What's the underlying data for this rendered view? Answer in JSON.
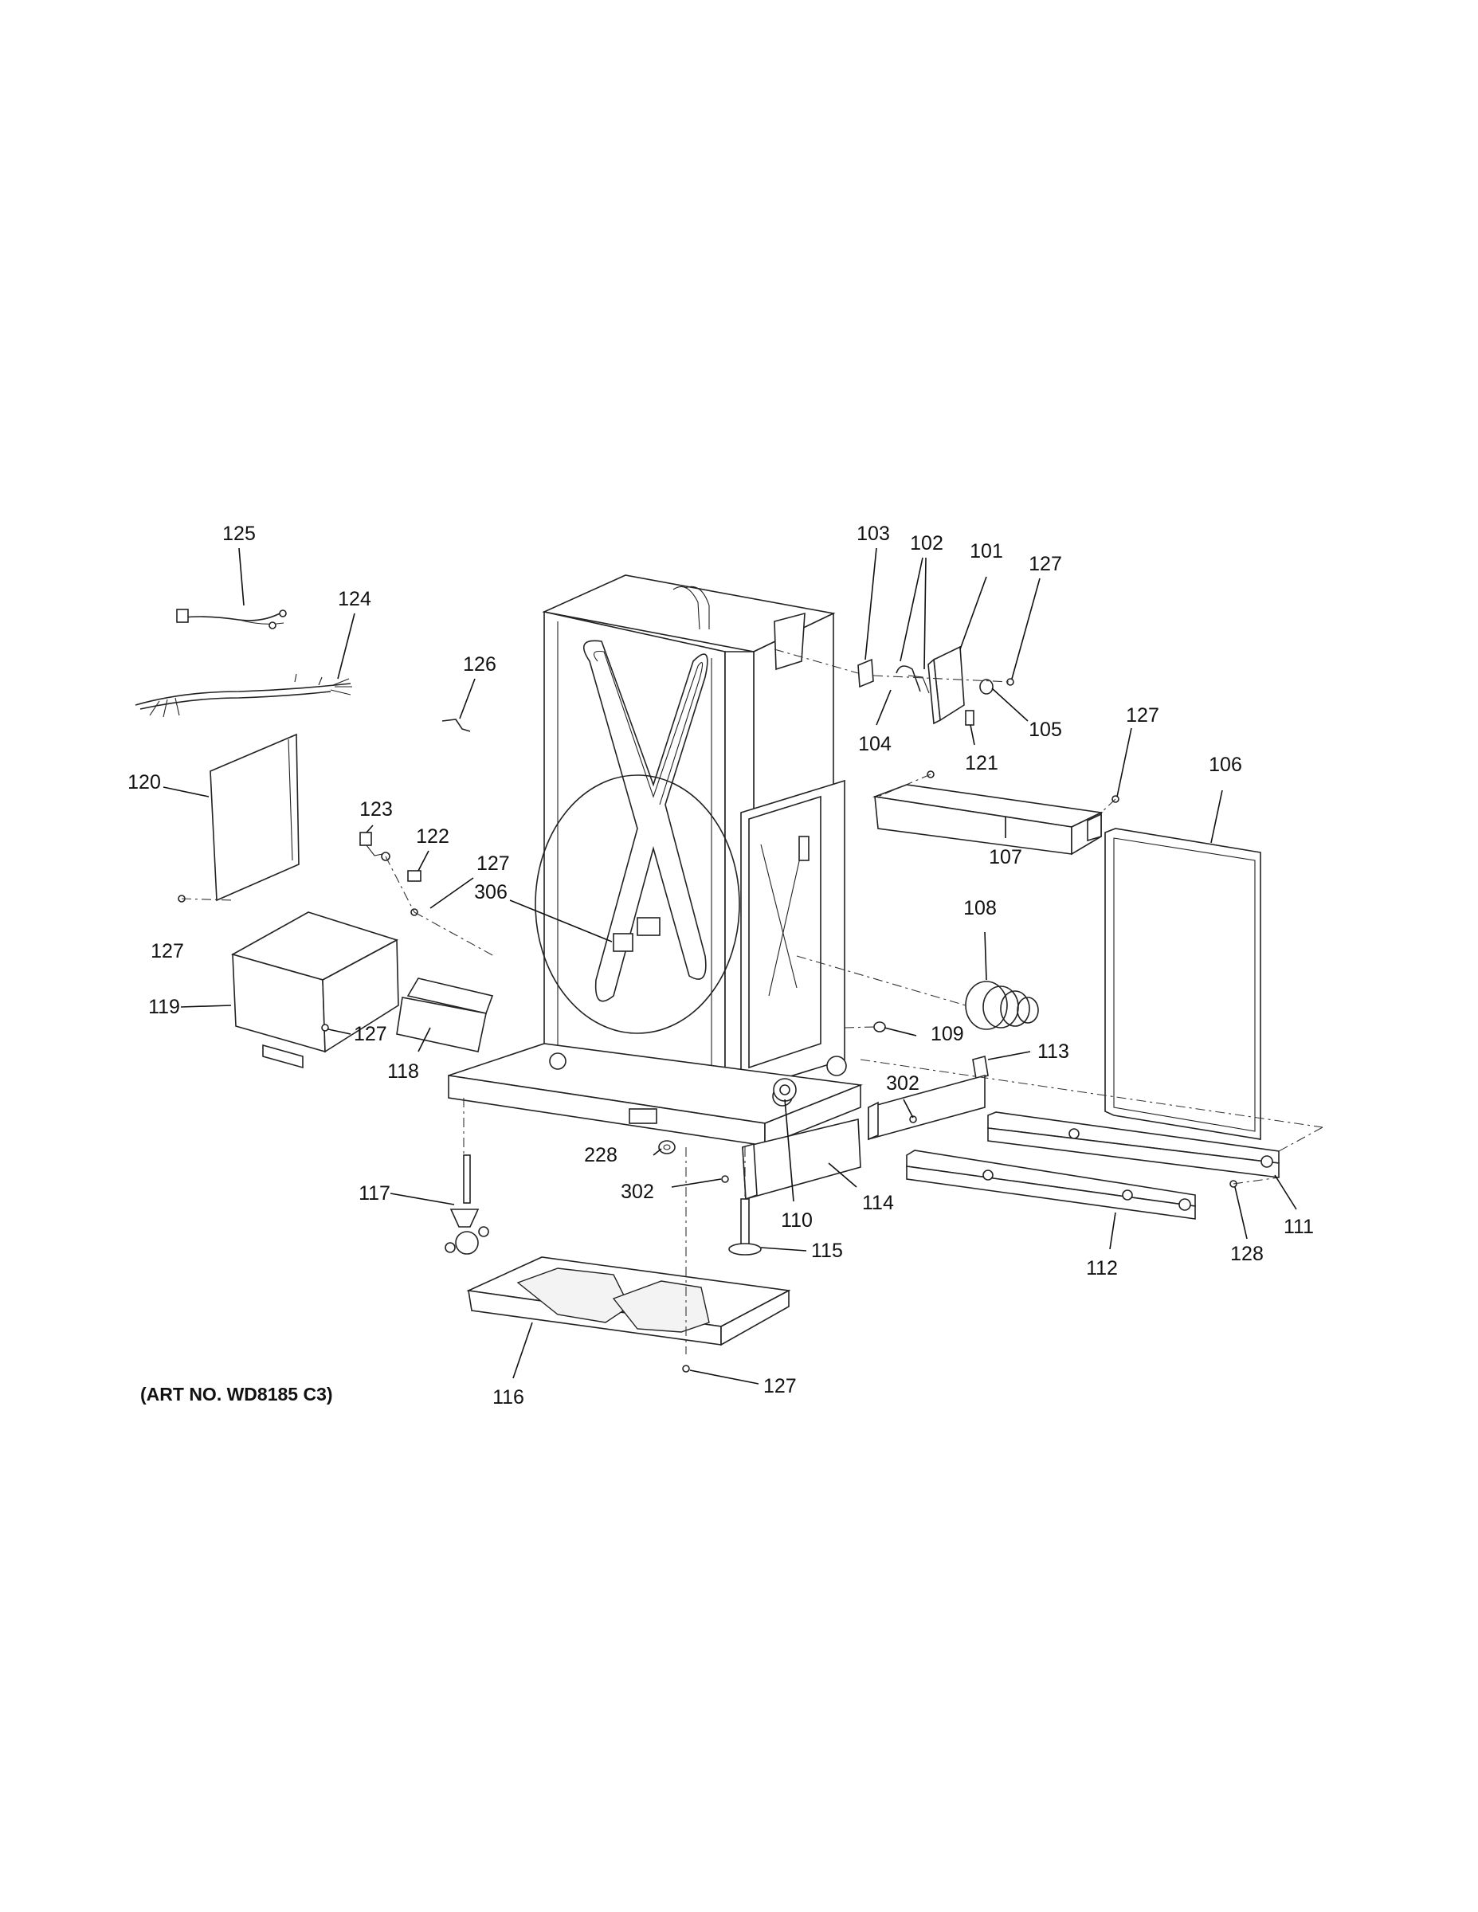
{
  "diagram": {
    "art_number": "(ART NO. WD8185 C3)",
    "callouts": [
      {
        "id": "c101",
        "label": "101"
      },
      {
        "id": "c102",
        "label": "102"
      },
      {
        "id": "c103",
        "label": "103"
      },
      {
        "id": "c104",
        "label": "104"
      },
      {
        "id": "c105",
        "label": "105"
      },
      {
        "id": "c106",
        "label": "106"
      },
      {
        "id": "c107",
        "label": "107"
      },
      {
        "id": "c108",
        "label": "108"
      },
      {
        "id": "c109",
        "label": "109"
      },
      {
        "id": "c110",
        "label": "110"
      },
      {
        "id": "c111",
        "label": "111"
      },
      {
        "id": "c112",
        "label": "112"
      },
      {
        "id": "c113",
        "label": "113"
      },
      {
        "id": "c114",
        "label": "114"
      },
      {
        "id": "c115",
        "label": "115"
      },
      {
        "id": "c116",
        "label": "116"
      },
      {
        "id": "c117",
        "label": "117"
      },
      {
        "id": "c118",
        "label": "118"
      },
      {
        "id": "c119",
        "label": "119"
      },
      {
        "id": "c120",
        "label": "120"
      },
      {
        "id": "c121",
        "label": "121"
      },
      {
        "id": "c122",
        "label": "122"
      },
      {
        "id": "c123",
        "label": "123"
      },
      {
        "id": "c124",
        "label": "124"
      },
      {
        "id": "c125",
        "label": "125"
      },
      {
        "id": "c126",
        "label": "126"
      },
      {
        "id": "c127a",
        "label": "127"
      },
      {
        "id": "c127b",
        "label": "127"
      },
      {
        "id": "c127c",
        "label": "127"
      },
      {
        "id": "c127d",
        "label": "127"
      },
      {
        "id": "c127e",
        "label": "127"
      },
      {
        "id": "c127f",
        "label": "127"
      },
      {
        "id": "c128",
        "label": "128"
      },
      {
        "id": "c228",
        "label": "228"
      },
      {
        "id": "c302a",
        "label": "302"
      },
      {
        "id": "c302b",
        "label": "302"
      },
      {
        "id": "c306",
        "label": "306"
      }
    ]
  }
}
